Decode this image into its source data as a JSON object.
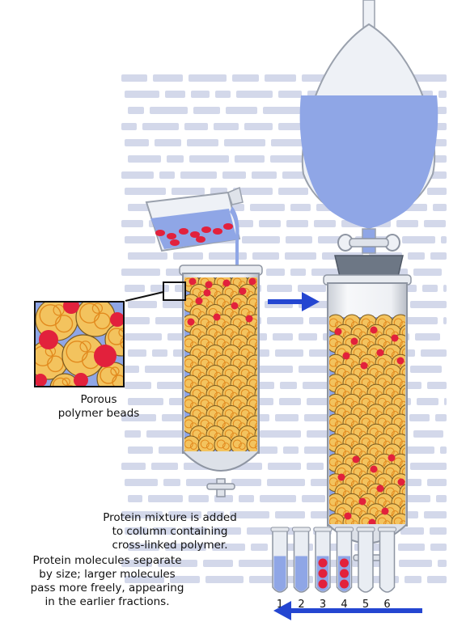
{
  "captions": {
    "beads_line1": "Porous",
    "beads_line2": "polymer beads",
    "mixture_line1": "Protein mixture is added",
    "mixture_line2": "to column containing",
    "mixture_line3": "cross-linked polymer.",
    "separate_line1": "Protein molecules separate",
    "separate_line2": "by size; larger molecules",
    "separate_line3": "pass more freely, appearing",
    "separate_line4": "in the earlier fractions."
  },
  "fraction_tubes": [
    {
      "label": "1",
      "fill_level": 0.55,
      "red_molecules": 0
    },
    {
      "label": "2",
      "fill_level": 0.55,
      "red_molecules": 0
    },
    {
      "label": "3",
      "fill_level": 0.55,
      "red_molecules": 3
    },
    {
      "label": "4",
      "fill_level": 0.55,
      "red_molecules": 3
    },
    {
      "label": "5",
      "fill_level": 0,
      "red_molecules": 0
    },
    {
      "label": "6",
      "fill_level": 0,
      "red_molecules": 0
    }
  ],
  "colors": {
    "background_text": "#c9cfe4",
    "buffer_blue": "#8fa6e6",
    "bead_fill": "#f3c35e",
    "bead_ring": "#e28a1e",
    "protein_red": "#e2213c",
    "arrow_blue": "#2446d1",
    "glass": "#e9edf3"
  }
}
